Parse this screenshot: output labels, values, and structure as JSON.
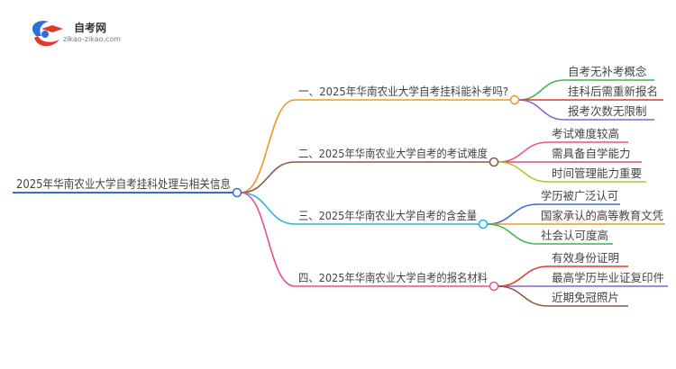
{
  "logo": {
    "title": "自考网",
    "url": "zikao-zikao.com",
    "colors": {
      "blue": "#2f6fd6",
      "red": "#e0392b"
    },
    "icon": "graduation-cap-icon"
  },
  "root": {
    "label": "2025年华南农业大学自考挂科处理与相关信息",
    "color": "#2f6fd6"
  },
  "branches": [
    {
      "label": "一、2025年华南农业大学自考挂科能补考吗?",
      "color": "#f0962e",
      "children": [
        {
          "label": "自考无补考概念",
          "color": "#3fb64a"
        },
        {
          "label": "挂科后需重新报名",
          "color": "#e0392b"
        },
        {
          "label": "报考次数无限制",
          "color": "#8a63c8"
        }
      ]
    },
    {
      "label": "二、2025年华南农业大学自考的考试难度",
      "color": "#8c5a43",
      "children": [
        {
          "label": "考试难度较高",
          "color": "#e5528f"
        },
        {
          "label": "需具备自学能力",
          "color": "#d64d8a"
        },
        {
          "label": "时间管理能力重要",
          "color": "#b8c22a"
        }
      ]
    },
    {
      "label": "三、2025年华南农业大学自考的含金量",
      "color": "#27b4e3",
      "children": [
        {
          "label": "学历被广泛认可",
          "color": "#2f6fd6"
        },
        {
          "label": "国家承认的高等教育文凭",
          "color": "#f0962e"
        },
        {
          "label": "社会认可度高",
          "color": "#3fb64a"
        }
      ]
    },
    {
      "label": "四、2025年华南农业大学自考的报名材料",
      "color": "#e5528f",
      "children": [
        {
          "label": "有效身份证明",
          "color": "#e0392b"
        },
        {
          "label": "最高学历毕业证复印件",
          "color": "#8a63c8"
        },
        {
          "label": "近期免冠照片",
          "color": "#8c5a43"
        }
      ]
    }
  ]
}
